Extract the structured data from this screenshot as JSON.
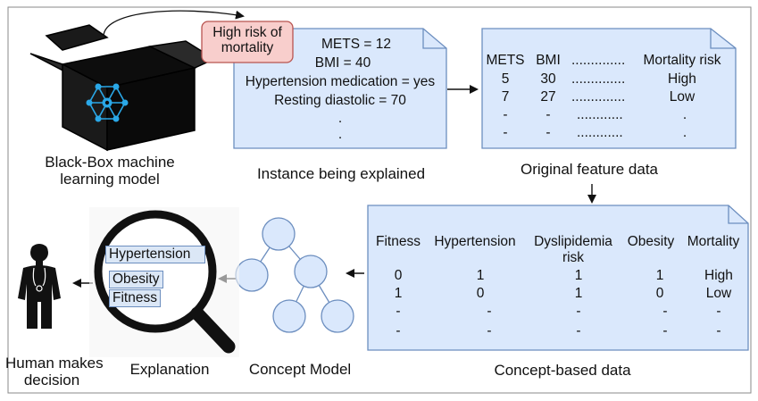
{
  "colors": {
    "doc_fill": "#dae8fc",
    "doc_border": "#6c8ebf",
    "risk_fill": "#f8cecc",
    "risk_border": "#b85450",
    "node_fill": "#dae8fc",
    "black_box": "#111111"
  },
  "black_box": {
    "label_line1": "Black-Box machine",
    "label_line2": "learning model"
  },
  "risk_badge": {
    "line1": "High risk of",
    "line2": "mortality"
  },
  "instance": {
    "lines": [
      "METS = 12",
      "BMI = 40",
      "Hypertension medication = yes",
      "Resting diastolic = 70",
      ".",
      "."
    ],
    "caption": "Instance being explained"
  },
  "original": {
    "headers": [
      "METS",
      "BMI",
      "..............",
      "Mortality risk"
    ],
    "rows": [
      [
        "5",
        "30",
        "..............",
        "High"
      ],
      [
        "7",
        "27",
        "..............",
        "Low"
      ],
      [
        "-",
        "-",
        "............",
        "."
      ],
      [
        "-",
        "-",
        "............",
        "."
      ]
    ],
    "caption": "Original feature data"
  },
  "concept_data": {
    "headers": [
      "Fitness",
      "Hypertension",
      "Dyslipidemia",
      "Obesity",
      "Mortality"
    ],
    "header_sub": "risk",
    "rows": [
      [
        "0",
        "1",
        "1",
        "1",
        "High"
      ],
      [
        "1",
        "0",
        "1",
        "0",
        "Low"
      ],
      [
        "-",
        "-",
        "-",
        "-",
        "-"
      ],
      [
        "-",
        "-",
        "-",
        "-",
        "-"
      ]
    ],
    "caption": "Concept-based data"
  },
  "concept_model": {
    "caption": "Concept Model"
  },
  "explanation": {
    "items": [
      "Hypertension",
      "Obesity",
      "Fitness"
    ],
    "caption": "Explanation"
  },
  "human": {
    "line1": "Human makes",
    "line2": "decision"
  }
}
